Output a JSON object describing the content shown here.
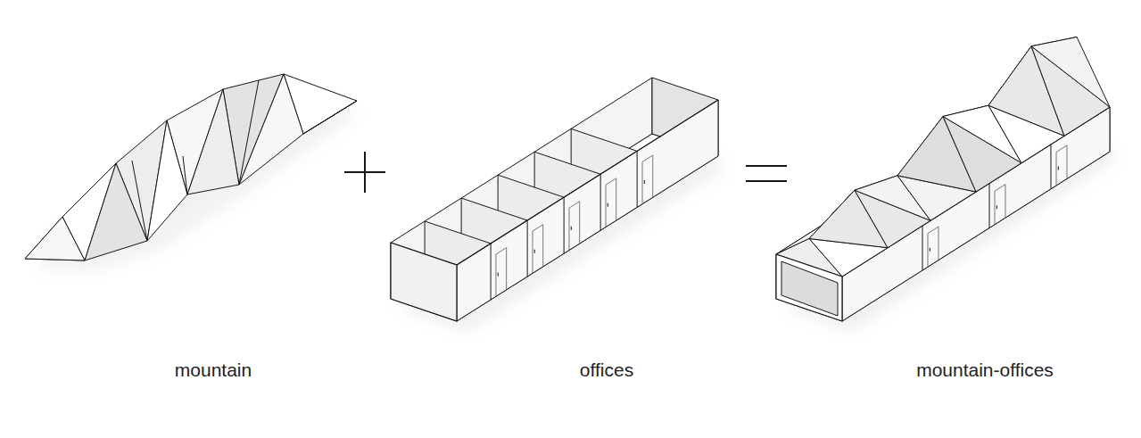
{
  "diagram": {
    "labels": [
      "mountain",
      "offices",
      "mountain-offices"
    ]
  }
}
